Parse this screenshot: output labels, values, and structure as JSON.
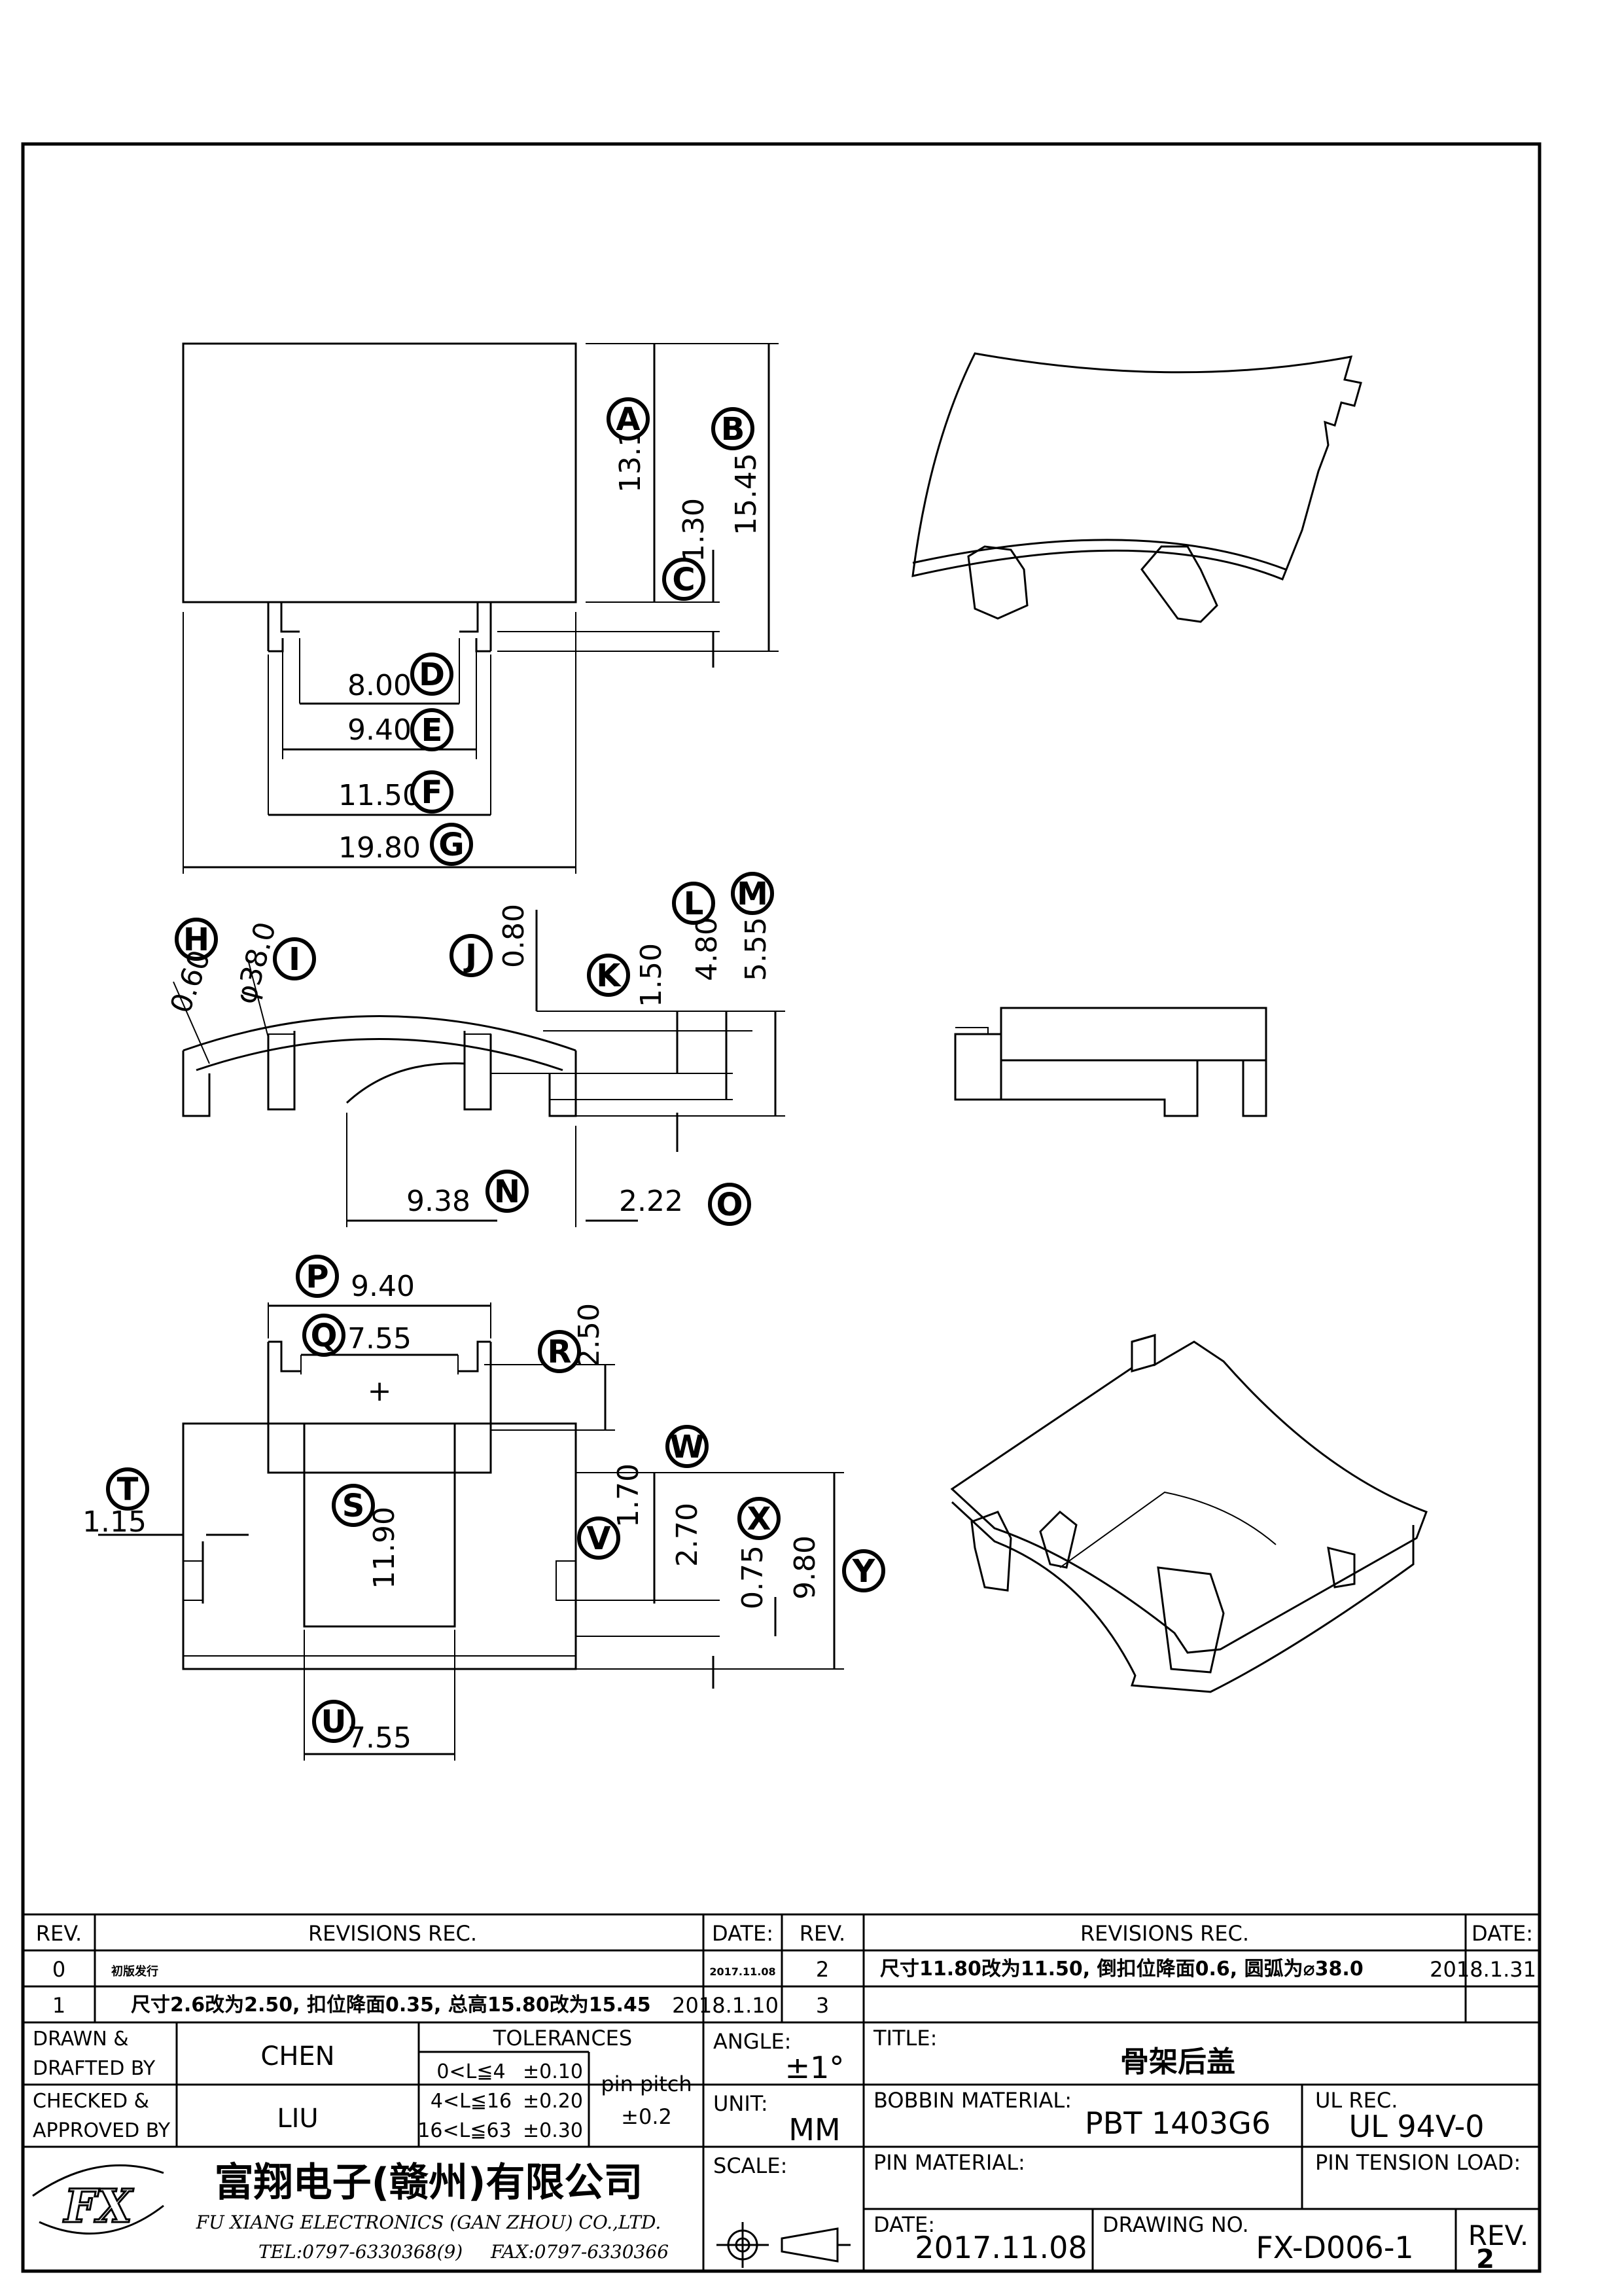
{
  "dimensions": {
    "A": {
      "letter": "A",
      "value": "13.10"
    },
    "B": {
      "letter": "B",
      "value": "15.45"
    },
    "C": {
      "letter": "C",
      "value": "1.30"
    },
    "D": {
      "letter": "D",
      "value": "8.00"
    },
    "E": {
      "letter": "E",
      "value": "9.40"
    },
    "F": {
      "letter": "F",
      "value": "11.50"
    },
    "G": {
      "letter": "G",
      "value": "19.80"
    },
    "H": {
      "letter": "H",
      "value": "0.60"
    },
    "I": {
      "letter": "I",
      "value": "φ38.0"
    },
    "J": {
      "letter": "J",
      "value": "0.80"
    },
    "K": {
      "letter": "K",
      "value": "1.50"
    },
    "L": {
      "letter": "L",
      "value": "4.80"
    },
    "M": {
      "letter": "M",
      "value": "5.55"
    },
    "N": {
      "letter": "N",
      "value": "9.38"
    },
    "O": {
      "letter": "O",
      "value": "2.22"
    },
    "P": {
      "letter": "P",
      "value": "9.40"
    },
    "Q": {
      "letter": "Q",
      "value": "7.55"
    },
    "R": {
      "letter": "R",
      "value": "2.50"
    },
    "S": {
      "letter": "S",
      "value": "11.90"
    },
    "T": {
      "letter": "T",
      "value": "1.15"
    },
    "U": {
      "letter": "U",
      "value": "7.55"
    },
    "V": {
      "letter": "V",
      "value": "1.70"
    },
    "W": {
      "letter": "W",
      "value": "2.70"
    },
    "X": {
      "letter": "X",
      "value": "0.75"
    },
    "Y": {
      "letter": "Y",
      "value": "9.80"
    }
  },
  "center_mark": "+",
  "revisions": {
    "left": {
      "rev_header": "REV.",
      "rec_header": "REVISIONS   REC.",
      "date_header": "DATE:",
      "rows": [
        {
          "rev": "0",
          "desc": "初版发行",
          "date": "2017.11.08"
        },
        {
          "rev": "1",
          "desc": "尺寸2.6改为2.50,    扣位降面0.35, 总高15.80改为15.45",
          "date": "2018.1.10"
        }
      ]
    },
    "right": {
      "rev_header": "REV.",
      "rec_header": "REVISIONS   REC.",
      "date_header": "DATE:",
      "rows": [
        {
          "rev": "2",
          "desc": "尺寸11.80改为11.50,    倒扣位降面0.6,  圆弧为⌀38.0",
          "date": "2018.1.31"
        },
        {
          "rev": "3",
          "desc": "",
          "date": ""
        }
      ]
    }
  },
  "title_block": {
    "drawn_label_1": "DRAWN  &",
    "drawn_label_2": "DRAFTED  BY",
    "drawn_value": "CHEN",
    "checked_label_1": "CHECKED  &",
    "checked_label_2": "APPROVED  BY",
    "checked_value": "LIU",
    "tolerances_label": "TOLERANCES",
    "tolerance_rows": [
      {
        "range": "0<L≦4",
        "value": "±0.10"
      },
      {
        "range": "4<L≦16",
        "value": "±0.20"
      },
      {
        "range": "16<L≦63",
        "value": "±0.30"
      }
    ],
    "pin_pitch_label": "pin  pitch",
    "pin_pitch_value": "±0.2",
    "angle_label": "ANGLE:",
    "angle_value": "±1°",
    "unit_label": "UNIT:",
    "unit_value": "MM",
    "scale_label": "SCALE:",
    "title_label": "TITLE:",
    "title_value": "骨架后盖",
    "bobbin_label": "BOBBIN  MATERIAL:",
    "bobbin_value": "PBT  1403G6",
    "ul_label": "UL  REC.",
    "ul_value": "UL  94V-0",
    "pin_material_label": "PIN  MATERIAL:",
    "pin_tension_label": "PIN  TENSION  LOAD:",
    "date_label": "DATE:",
    "date_value": "2017.11.08",
    "drawing_no_label": "DRAWING  NO.",
    "drawing_no_value": "FX-D006-1",
    "rev_label": "REV.",
    "rev_value": "2",
    "company_cn": "富翔电子(赣州)有限公司",
    "company_en": "FU XIANG ELECTRONICS (GAN ZHOU) CO.,LTD.",
    "company_tel": "TEL:0797-6330368(9)",
    "company_fax": "FAX:0797-6330366",
    "logo_text": "FX"
  }
}
